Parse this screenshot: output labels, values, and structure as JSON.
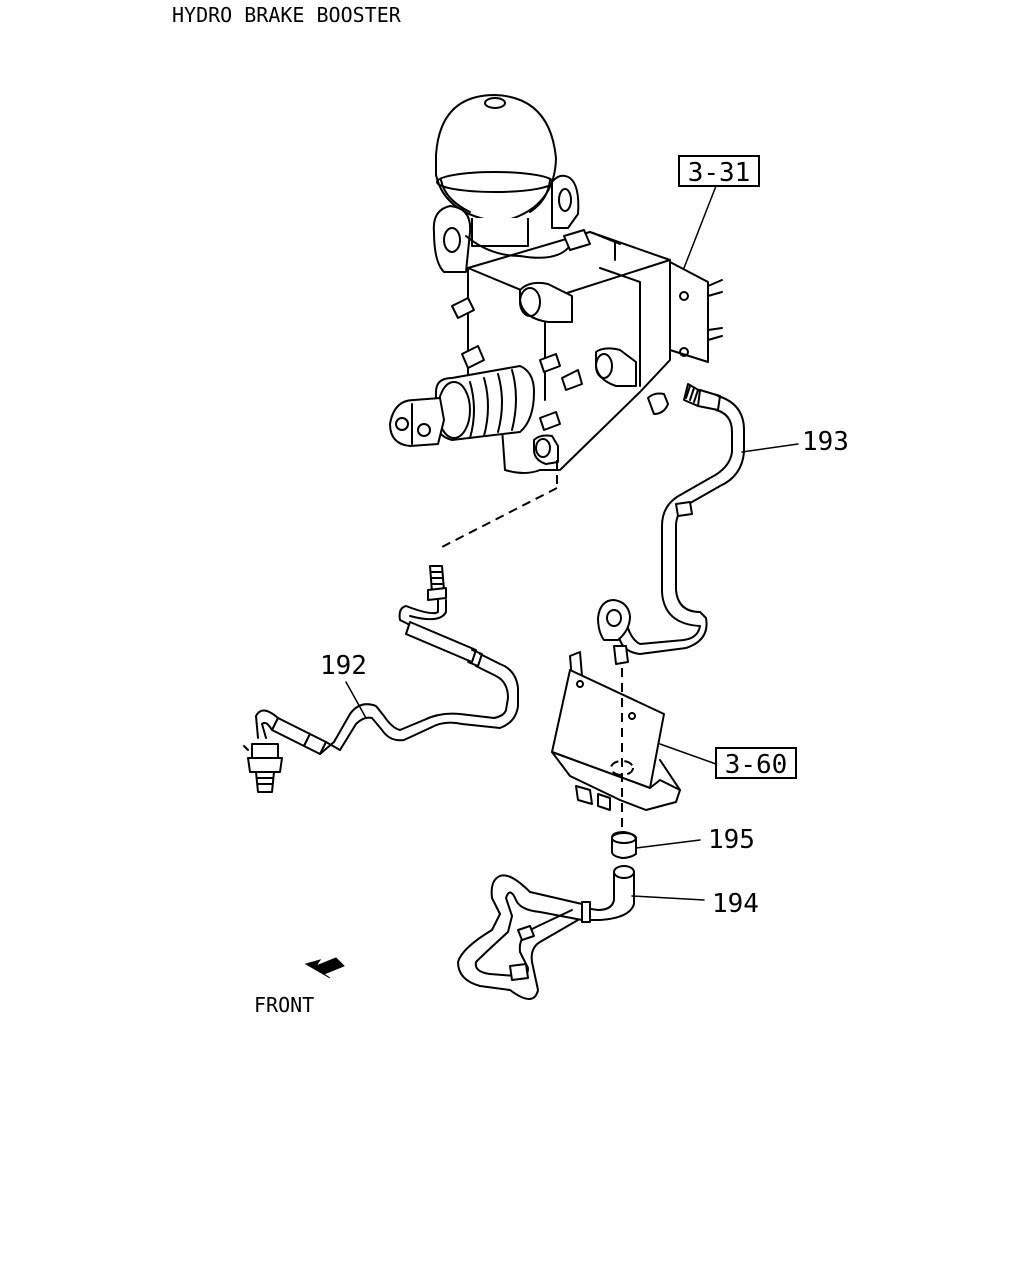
{
  "title": "HYDRO BRAKE BOOSTER",
  "callouts": {
    "ref_3_31": "3-31",
    "ref_3_60": "3-60",
    "part_193": "193",
    "part_192": "192",
    "part_195": "195",
    "part_194": "194"
  },
  "front_label": "FRONT"
}
